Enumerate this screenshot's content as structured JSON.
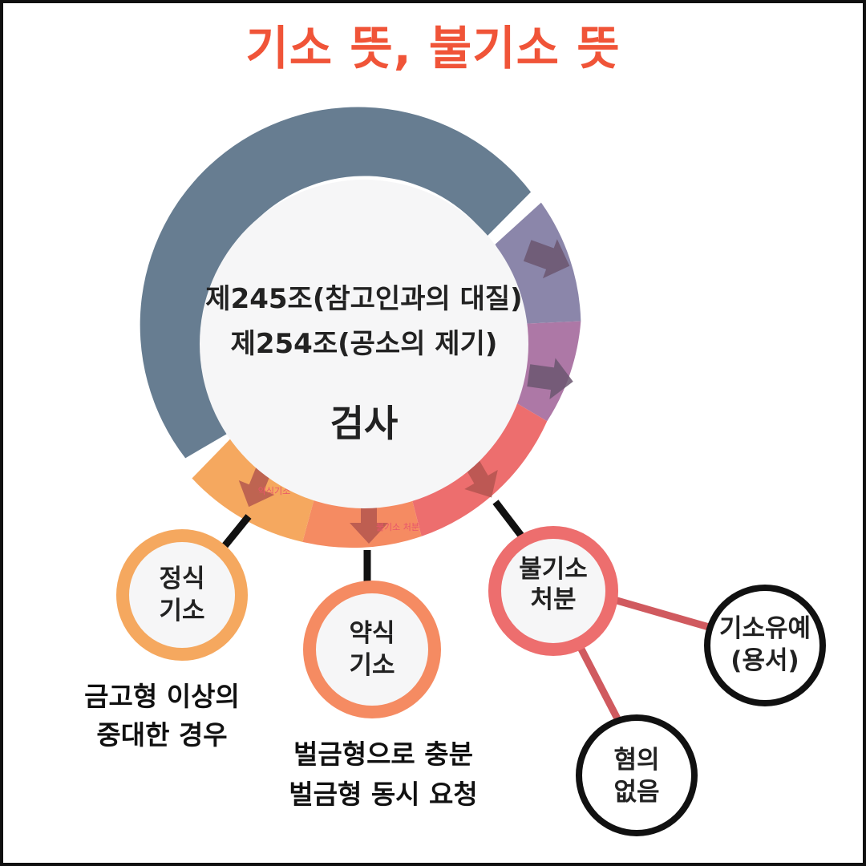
{
  "title": "기소 뜻, 불기소 뜻",
  "center": {
    "line1": "제245조(참고인과의 대질)",
    "line2": "제254조(공소의 제기)",
    "main": "검사"
  },
  "segment_labels": {
    "formal": "약식기소",
    "nonprosecution": "불기소 처분"
  },
  "nodes": {
    "formal": {
      "line1": "정식",
      "line2": "기소"
    },
    "summary": {
      "line1": "약식",
      "line2": "기소"
    },
    "nonprosecution": {
      "line1": "불기소",
      "line2": "처분"
    },
    "suspended": {
      "line1": "기소유예",
      "line2": "(용서)"
    },
    "no_charge": {
      "line1": "혐의",
      "line2": "없음"
    }
  },
  "descriptions": {
    "formal": {
      "line1": "금고형 이상의",
      "line2": "중대한 경우"
    },
    "summary": {
      "line1": "벌금형으로 충분",
      "line2": "벌금형 동시 요청"
    }
  },
  "colors": {
    "title": "#f05438",
    "ring_main": "#677d91",
    "ring_purple": "#8b86aa",
    "ring_violet": "#ad78a6",
    "ring_red": "#ed6e6e",
    "ring_salmon": "#f58b62",
    "ring_orange": "#f5a85f",
    "node_fill": "#f6f6f7",
    "connector_red": "#d05a5f",
    "black": "#111111"
  },
  "icons": {
    "arrows": "arrow-icon"
  }
}
